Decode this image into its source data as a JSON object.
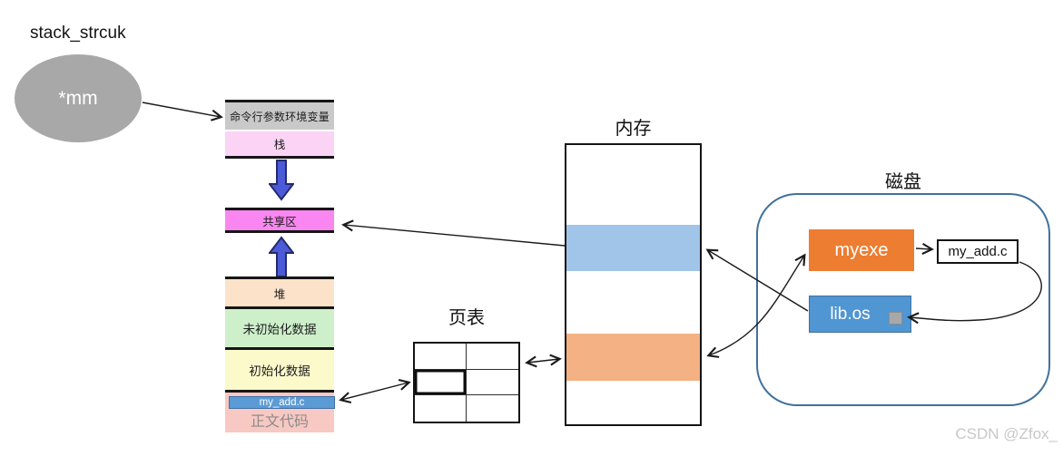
{
  "struct": {
    "title": "stack_strcuk",
    "pointer_label": "*mm"
  },
  "address_space": {
    "segments": [
      {
        "label": "命令行参数环境变量"
      },
      {
        "label": "栈"
      },
      {
        "label": "共享区"
      },
      {
        "label": "堆"
      },
      {
        "label": "未初始化数据"
      },
      {
        "label": "初始化数据"
      },
      {
        "label": "my_add.c"
      },
      {
        "label": "正文代码"
      }
    ]
  },
  "memory": {
    "title": "内存"
  },
  "page_table": {
    "title": "页表",
    "rows": 3,
    "cols": 2,
    "highlighted_cell": "row2-col1"
  },
  "disk": {
    "title": "磁盘",
    "items": [
      {
        "label": "myexe"
      },
      {
        "label": "lib.os"
      },
      {
        "label": "my_add.c"
      }
    ]
  },
  "watermark": "CSDN @Zfox_",
  "colors": {
    "ellipse_fill": "#a8a8a8",
    "segment_cmdline": "#c9c9c9",
    "segment_stack": "#fbd3f4",
    "segment_shared": "#fa86f1",
    "segment_heap": "#fbe2c8",
    "segment_uninit_data": "#cdf0ca",
    "segment_init_data": "#fcfacb",
    "segment_text_code": "#f8c8c3",
    "myaddc_strip": "#5b9bd5",
    "memory_shared_band": "#a0c5e8",
    "memory_loaded_band": "#f4b183",
    "myexe_fill": "#ed7d31",
    "libos_fill": "#4f96d3",
    "disk_border": "#40719c",
    "flow_arrow_fill": "#4b5bd8",
    "watermark_color": "#c8c8c8"
  }
}
